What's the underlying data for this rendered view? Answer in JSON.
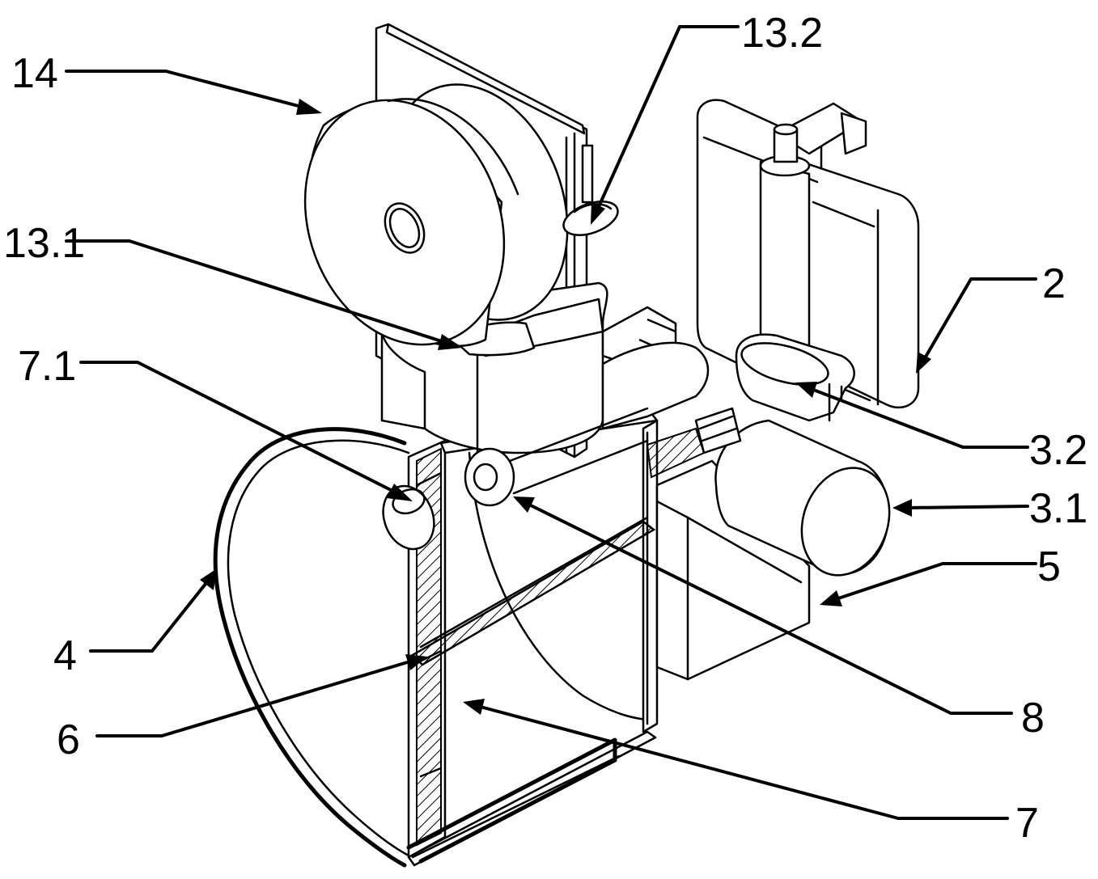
{
  "labels": {
    "l14": "14",
    "l13_2": "13.2",
    "l13_1": "13.1",
    "l7_1": "7.1",
    "l2": "2",
    "l3_2": "3.2",
    "l3_1": "3.1",
    "l5": "5",
    "l4": "4",
    "l6": "6",
    "l8": "8",
    "l7": "7"
  },
  "colors": {
    "line": "#000000",
    "background": "#ffffff"
  }
}
